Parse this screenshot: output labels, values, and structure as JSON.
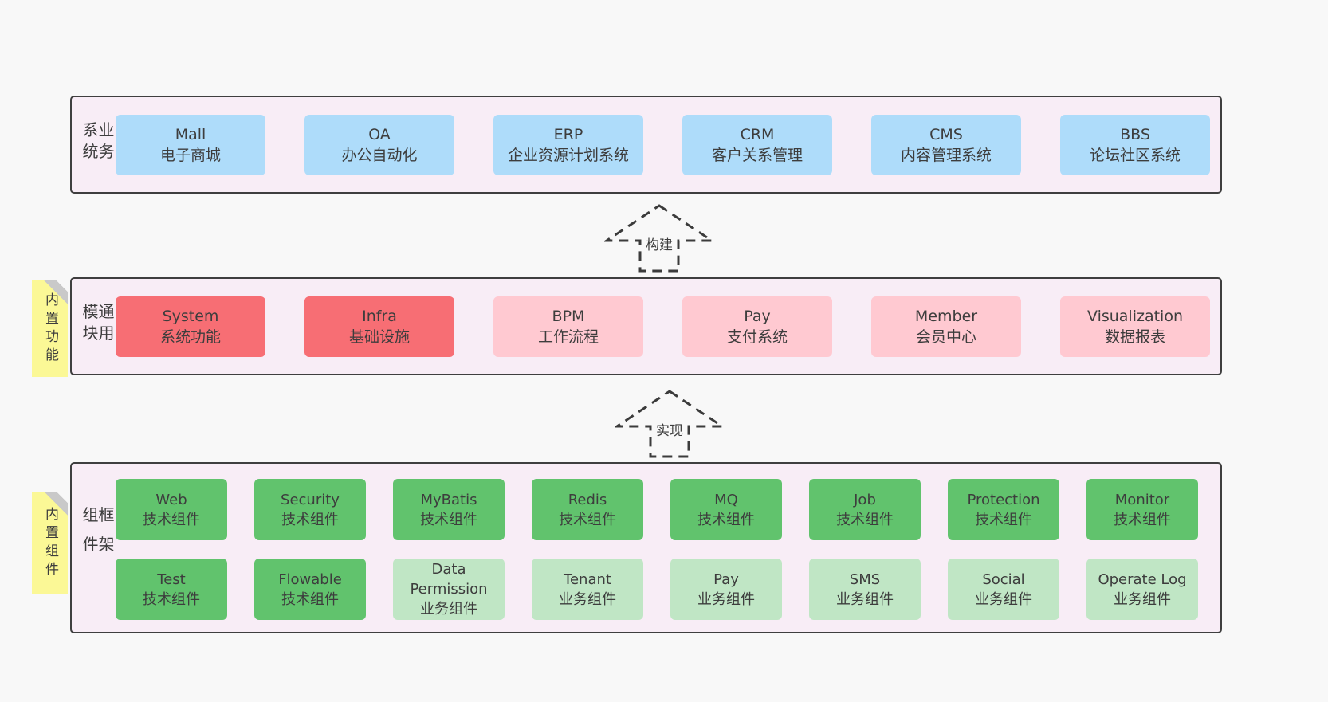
{
  "colors": {
    "page_bg": "#f8f8f8",
    "band_bg": "#f8edf6",
    "band_border": "#3f3f3f",
    "blue_box": "#aedcfa",
    "red_box": "#f76e74",
    "pink_box": "#ffc9d1",
    "green_dark_box": "#61c36d",
    "green_light_box": "#c0e6c5",
    "sticky_yellow": "#fbf896",
    "sticky_fold": "#c9c9c9",
    "text": "#3d3d3d"
  },
  "band1": {
    "label": "业务系统",
    "boxes": [
      {
        "name": "Mall",
        "desc": "电子商城"
      },
      {
        "name": "OA",
        "desc": "办公自动化"
      },
      {
        "name": "ERP",
        "desc": "企业资源计划系统"
      },
      {
        "name": "CRM",
        "desc": "客户关系管理"
      },
      {
        "name": "CMS",
        "desc": "内容管理系统"
      },
      {
        "name": "BBS",
        "desc": "论坛社区系统"
      }
    ]
  },
  "arrow1": {
    "label": "构建"
  },
  "band2": {
    "label": "通用模块",
    "sticky": "内置功能",
    "boxes": [
      {
        "name": "System",
        "desc": "系统功能",
        "variant": "red"
      },
      {
        "name": "Infra",
        "desc": "基础设施",
        "variant": "red"
      },
      {
        "name": "BPM",
        "desc": "工作流程",
        "variant": "pink"
      },
      {
        "name": "Pay",
        "desc": "支付系统",
        "variant": "pink"
      },
      {
        "name": "Member",
        "desc": "会员中心",
        "variant": "pink"
      },
      {
        "name": "Visualization",
        "desc": "数据报表",
        "variant": "pink"
      }
    ]
  },
  "arrow2": {
    "label": "实现"
  },
  "band3": {
    "label": "框架组件",
    "sticky": "内置组件",
    "row1": [
      {
        "name": "Web",
        "desc": "技术组件",
        "variant": "green-dark"
      },
      {
        "name": "Security",
        "desc": "技术组件",
        "variant": "green-dark"
      },
      {
        "name": "MyBatis",
        "desc": "技术组件",
        "variant": "green-dark"
      },
      {
        "name": "Redis",
        "desc": "技术组件",
        "variant": "green-dark"
      },
      {
        "name": "MQ",
        "desc": "技术组件",
        "variant": "green-dark"
      },
      {
        "name": "Job",
        "desc": "技术组件",
        "variant": "green-dark"
      },
      {
        "name": "Protection",
        "desc": "技术组件",
        "variant": "green-dark"
      },
      {
        "name": "Monitor",
        "desc": "技术组件",
        "variant": "green-dark"
      }
    ],
    "row2": [
      {
        "name": "Test",
        "desc": "技术组件",
        "variant": "green-dark"
      },
      {
        "name": "Flowable",
        "desc": "技术组件",
        "variant": "green-dark"
      },
      {
        "name": "Data Permission",
        "desc": "业务组件",
        "variant": "green-light"
      },
      {
        "name": "Tenant",
        "desc": "业务组件",
        "variant": "green-light"
      },
      {
        "name": "Pay",
        "desc": "业务组件",
        "variant": "green-light"
      },
      {
        "name": "SMS",
        "desc": "业务组件",
        "variant": "green-light"
      },
      {
        "name": "Social",
        "desc": "业务组件",
        "variant": "green-light"
      },
      {
        "name": "Operate Log",
        "desc": "业务组件",
        "variant": "green-light"
      }
    ]
  }
}
